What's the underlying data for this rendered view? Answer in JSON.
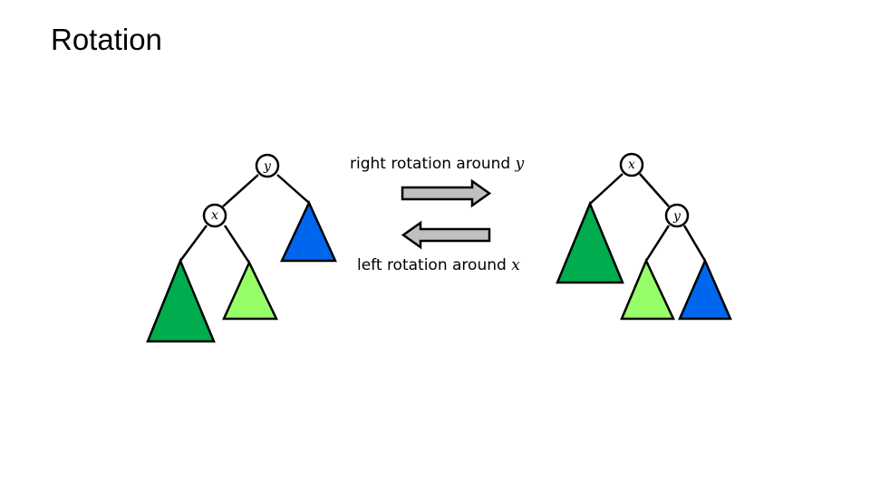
{
  "title": "Rotation",
  "captions": {
    "right_rotation": {
      "text": "right rotation around ",
      "var": "y"
    },
    "left_rotation": {
      "text": "left rotation around ",
      "var": "x"
    }
  },
  "left_tree": {
    "root": "y",
    "child": "x"
  },
  "right_tree": {
    "root": "x",
    "child": "y"
  },
  "colors": {
    "dark_green": "#00ad4e",
    "light_green": "#96ff68",
    "blue": "#0066ee",
    "arrow_fill": "#c0c0c0",
    "outline": "#000000"
  }
}
